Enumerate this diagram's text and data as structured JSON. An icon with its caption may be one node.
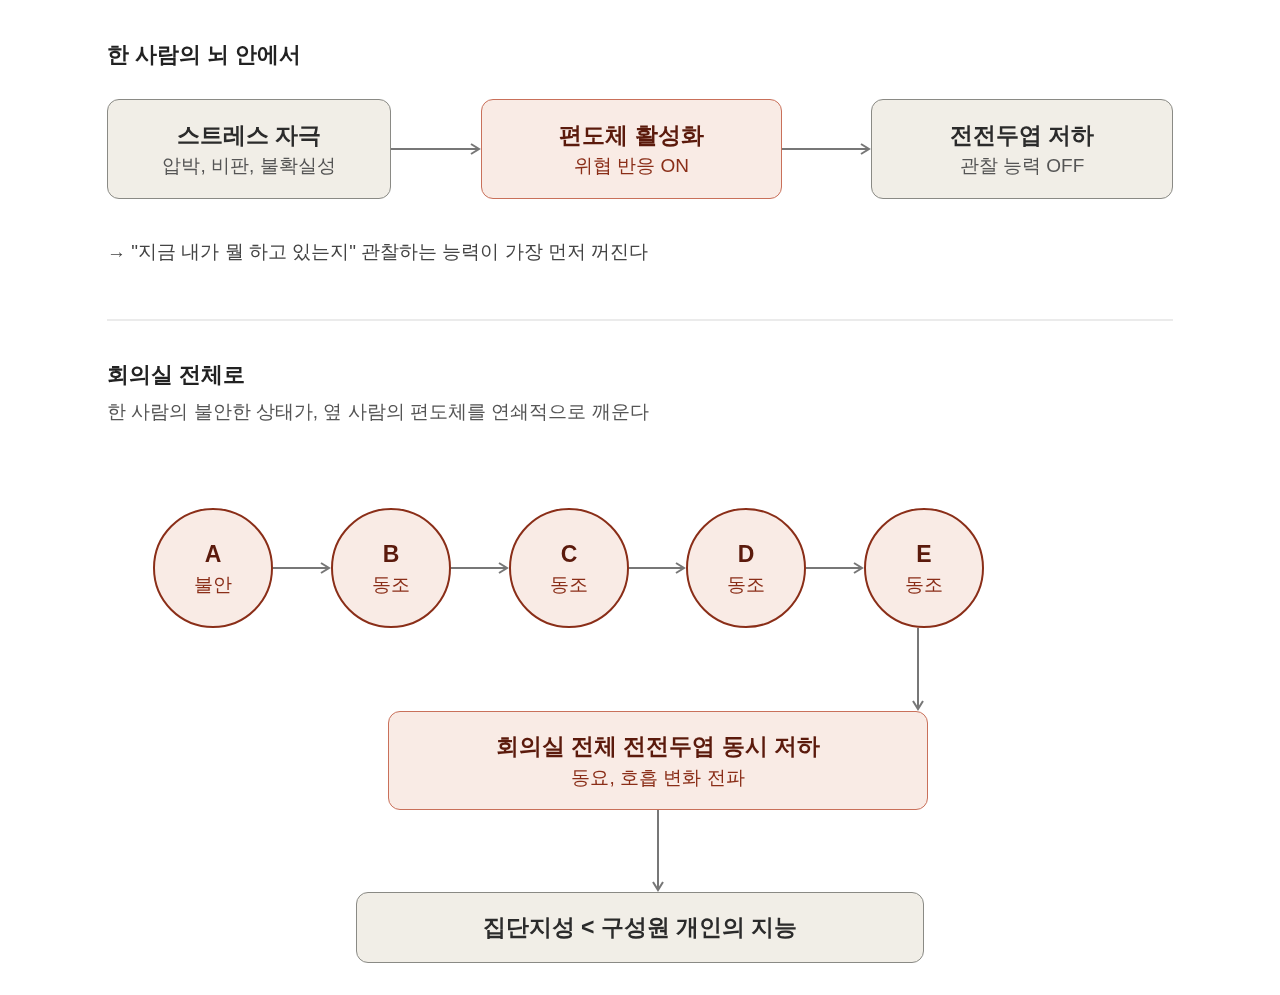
{
  "diagram": {
    "title": "한 사람의 뇌 안에서",
    "nodes": [
      {
        "text": [
          "스트레스 자극",
          "압박, 비판, 불확실성"
        ]
      },
      {
        "text": [
          "편도체 활성화",
          "위협 반응 ON"
        ]
      },
      {
        "text": [
          "전전두엽 저하",
          "관찰 능력 OFF"
        ]
      },
      {
        "text": [
          "A",
          "불안"
        ]
      },
      {
        "text": [
          "B",
          "동조"
        ]
      },
      {
        "text": [
          "C",
          "동조"
        ]
      },
      {
        "text": [
          "D",
          "동조"
        ]
      },
      {
        "text": [
          "E",
          "동조"
        ]
      },
      {
        "text": [
          "회의실 전체 전전두엽 동시 저하",
          "동요, 호흡 변화 전파"
        ]
      },
      {
        "text": [
          "집단지성 < 구성원 개인의 지능"
        ]
      }
    ],
    "edges": [
      {
        "from": 0,
        "to": 1,
        "arrow": "to"
      },
      {
        "from": 1,
        "to": 2,
        "arrow": "to"
      },
      {
        "from": 3,
        "to": 4,
        "arrow": "to"
      },
      {
        "from": 4,
        "to": 5,
        "arrow": "to"
      },
      {
        "from": 5,
        "to": 6,
        "arrow": "to"
      },
      {
        "from": 6,
        "to": 7,
        "arrow": "to"
      },
      {
        "from": 7,
        "to": 8,
        "arrow": "to"
      },
      {
        "from": 8,
        "to": 9,
        "arrow": "to"
      }
    ],
    "labels": [
      "→ \"지금 내가 뭘 하고 있는지\" 관찰하는 능력이 가장 먼저 꺼진다",
      "회의실 전체로",
      "한 사람의 불안한 상태가, 옆 사람의 편도체를 연쇄적으로 깨운다"
    ]
  }
}
